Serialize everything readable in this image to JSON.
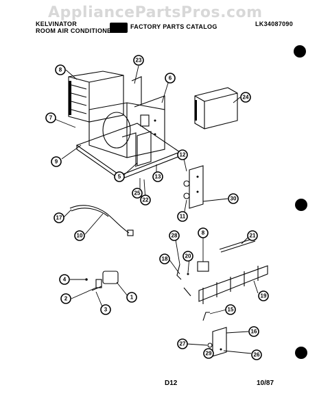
{
  "watermark": "AppliancePartsPros.com",
  "header": {
    "brand": "KELVINATOR",
    "subtitle": "ROOM AIR CONDITIONER",
    "catalog": "FACTORY PARTS CATALOG",
    "model": "LK34087090"
  },
  "footer": {
    "page": "D12",
    "date": "10/87"
  },
  "callouts": [
    {
      "id": "c8a",
      "label": "8"
    },
    {
      "id": "c23",
      "label": "23"
    },
    {
      "id": "c6",
      "label": "6"
    },
    {
      "id": "c24",
      "label": "24"
    },
    {
      "id": "c7",
      "label": "7"
    },
    {
      "id": "c9",
      "label": "9"
    },
    {
      "id": "c5",
      "label": "5"
    },
    {
      "id": "c13",
      "label": "13"
    },
    {
      "id": "c12",
      "label": "12"
    },
    {
      "id": "c25",
      "label": "25"
    },
    {
      "id": "c22",
      "label": "22"
    },
    {
      "id": "c30",
      "label": "30"
    },
    {
      "id": "c11",
      "label": "11"
    },
    {
      "id": "c17",
      "label": "17"
    },
    {
      "id": "c10",
      "label": "10"
    },
    {
      "id": "c28",
      "label": "28"
    },
    {
      "id": "c8b",
      "label": "8"
    },
    {
      "id": "c21",
      "label": "21"
    },
    {
      "id": "c19",
      "label": "19"
    },
    {
      "id": "c20",
      "label": "20"
    },
    {
      "id": "c18",
      "label": "18"
    },
    {
      "id": "c4",
      "label": "4"
    },
    {
      "id": "c2",
      "label": "2"
    },
    {
      "id": "c1",
      "label": "1"
    },
    {
      "id": "c3",
      "label": "3"
    },
    {
      "id": "c15",
      "label": "15"
    },
    {
      "id": "c16",
      "label": "16"
    },
    {
      "id": "c27",
      "label": "27"
    },
    {
      "id": "c29",
      "label": "29"
    },
    {
      "id": "c26",
      "label": "26"
    }
  ]
}
